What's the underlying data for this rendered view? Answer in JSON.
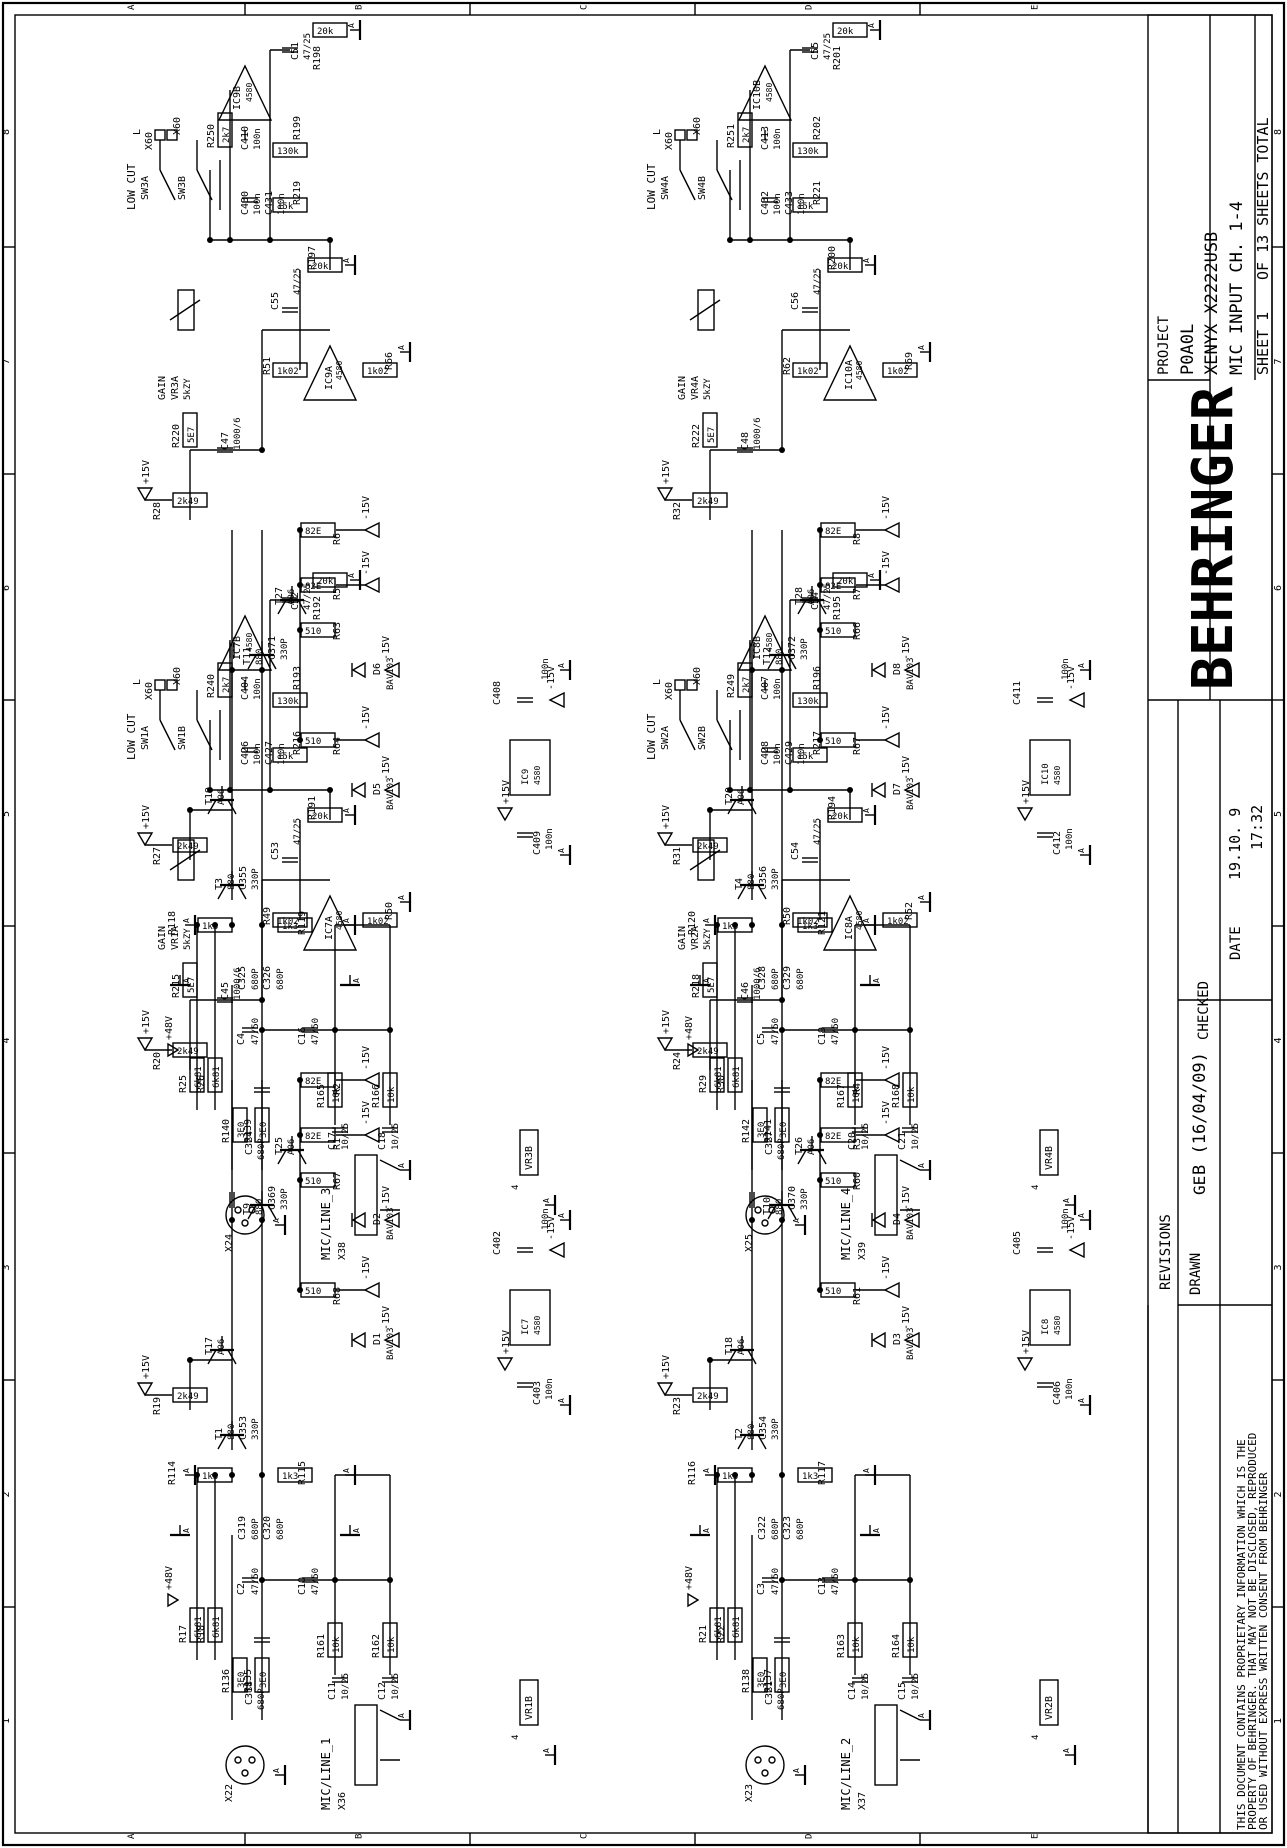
{
  "border": {
    "cols": [
      "A",
      "B",
      "C",
      "D",
      "E"
    ],
    "rows": [
      "1",
      "2",
      "3",
      "4",
      "5",
      "6",
      "7",
      "8"
    ]
  },
  "title_block": {
    "brand": "BEHRINGER",
    "project_label": "PROJECT",
    "project_code": "P0A0L",
    "product": "XENYX X2222USB",
    "sheet_title": "MIC INPUT CH. 1-4",
    "sheet": "SHEET 1",
    "total": "OF 13 SHEETS TOTAL",
    "revisions_label": "REVISIONS",
    "revision": "B (16/04/09)",
    "drawn_label": "DRAWN",
    "drawn_by": "GE",
    "checked_label": "CHECKED",
    "date_label": "DATE",
    "date": "19.10. 9",
    "time": "17:32",
    "notice_1": "THIS DOCUMENT CONTAINS PROPRIETARY INFORMATION WHICH IS THE",
    "notice_2": "PROPERTY OF BEHRINGER. THAT MAY NOT BE DISCLOSED, REPRODUCED",
    "notice_3": "OR USED WITHOUT EXPRESS WRITTEN CONSENT FROM BEHRINGER"
  },
  "channels": [
    {
      "name": "MIC/LINE_1",
      "xlr": "X22",
      "jack": "X36",
      "phantom": "+48V",
      "r_phantom": [
        "R17",
        "R18"
      ],
      "r_phantom_val": "6k81",
      "r_in": [
        "R136",
        "R135"
      ],
      "r_in_val": "3E0",
      "c_in": "C318",
      "c_in_val": "680P",
      "c_couple": [
        "C2",
        "C10"
      ],
      "c_couple_val": "47/50",
      "c_small": [
        "C319",
        "C320"
      ],
      "c_small_val": "680P",
      "r_bias": [
        "R161",
        "R162"
      ],
      "r_bias_val": "10k",
      "c_line": [
        "C11",
        "C12"
      ],
      "c_line_val": "10/25",
      "r_base": [
        "R114",
        "R115"
      ],
      "r_base_val": "1k3",
      "c_miller": [
        "C353",
        "C369"
      ],
      "c_miller_val": "330P",
      "t_in": [
        "T1",
        "T9"
      ],
      "t_in_val": "880",
      "t_casc": [
        "T17",
        "T25"
      ],
      "t_casc_val": "A06",
      "r_coll": [
        "R19",
        "R20"
      ],
      "r_coll_val": "2k49",
      "r_gain": "R215",
      "r_gain_val": "5E7",
      "pot": "VR1A",
      "pot_label": "GAIN",
      "pot_val": "5kZY",
      "c_gain": "C45",
      "c_gain_val": "1000/6",
      "r_emit": [
        "R68",
        "R67"
      ],
      "r_emit_val": "510",
      "r_rail": [
        "R1",
        "R2"
      ],
      "r_rail_val": "82E",
      "diodes": [
        "D1",
        "D2"
      ],
      "diode_val": "BAV103",
      "opamp": "IC7A",
      "opamp_b": "IC7B",
      "opamp_val": "4580",
      "r_fb": [
        "R49",
        "R50"
      ],
      "r_fb_val": "1k02",
      "c_out": "C53",
      "c_out_val": "47/25",
      "r_out": "R191",
      "r_out_val": "20k",
      "lowcut": "LOW CUT",
      "sw": [
        "SW1A",
        "SW1B"
      ],
      "c_lc": [
        "C426",
        "C427"
      ],
      "c_lc_val": "100n",
      "c_lc2": "C404",
      "c_lc2_val": "100n",
      "r_lc": [
        "R216",
        "R193"
      ],
      "r_lc_vals": [
        "15k",
        "130k"
      ],
      "r_lc2": "R240",
      "r_lc2_val": "2k7",
      "c_out2": "C52",
      "c_out2_val": "47/25",
      "r_out2": "R192",
      "r_out2_val": "20k",
      "conn": "X60",
      "vr_b": "VR1B",
      "ic_pwr": "IC7",
      "c_pwr": [
        "C402",
        "C403"
      ],
      "c_pwr_val": "100n"
    },
    {
      "name": "MIC/LINE_2",
      "xlr": "X23",
      "jack": "X37",
      "phantom": "+48V",
      "r_phantom": [
        "R21",
        "R22"
      ],
      "r_phantom_val": "6k81",
      "r_in": [
        "R138",
        "R137"
      ],
      "r_in_val": "3E0",
      "c_in": "C321",
      "c_in_val": "680P",
      "c_couple": [
        "C3",
        "C13"
      ],
      "c_couple_val": "47/50",
      "c_small": [
        "C322",
        "C323"
      ],
      "c_small_val": "680P",
      "r_bias": [
        "R163",
        "R164"
      ],
      "r_bias_val": "10k",
      "c_line": [
        "C14",
        "C15"
      ],
      "c_line_val": "10/25",
      "r_base": [
        "R116",
        "R117"
      ],
      "r_base_val": "1k3",
      "c_miller": [
        "C354",
        "C370"
      ],
      "c_miller_val": "330P",
      "t_in": [
        "T2",
        "T10"
      ],
      "t_in_val": "880",
      "t_casc": [
        "T18",
        "T26"
      ],
      "t_casc_val": "A06",
      "r_coll": [
        "R23",
        "R24"
      ],
      "r_coll_val": "2k49",
      "r_gain": "R218",
      "r_gain_val": "5E7",
      "pot": "VR2A",
      "pot_label": "GAIN",
      "pot_val": "5kZY",
      "c_gain": "C46",
      "c_gain_val": "1000/6",
      "r_emit": [
        "R61",
        "R60"
      ],
      "r_emit_val": "510",
      "r_rail": [
        "R3",
        "R4"
      ],
      "r_rail_val": "82E",
      "diodes": [
        "D3",
        "D4"
      ],
      "diode_val": "BAV103",
      "opamp": "IC8A",
      "opamp_b": "IC8B",
      "opamp_val": "4580",
      "r_fb": [
        "R50",
        "R52"
      ],
      "r_fb_val": "1k02",
      "c_out": "C54",
      "c_out_val": "47/25",
      "r_out": "R194",
      "r_out_val": "20k",
      "lowcut": "LOW CUT",
      "sw": [
        "SW2A",
        "SW2B"
      ],
      "c_lc": [
        "C428",
        "C429"
      ],
      "c_lc_val": "100n",
      "c_lc2": "C407",
      "c_lc2_val": "100n",
      "r_lc": [
        "R217",
        "R196"
      ],
      "r_lc_vals": [
        "15k",
        "130k"
      ],
      "r_lc2": "R249",
      "r_lc2_val": "2k7",
      "c_out2": "C54",
      "c_out2_val": "47/25",
      "r_out2": "R195",
      "r_out2_val": "20k",
      "conn": "X60",
      "vr_b": "VR2B",
      "ic_pwr": "IC8",
      "c_pwr": [
        "C405",
        "C406"
      ],
      "c_pwr_val": "100n"
    },
    {
      "name": "MIC/LINE_3",
      "xlr": "X24",
      "jack": "X38",
      "phantom": "+48V",
      "r_phantom": [
        "R25",
        "R26"
      ],
      "r_phantom_val": "6k81",
      "r_in": [
        "R140",
        "R139"
      ],
      "r_in_val": "3E0",
      "c_in": "C324",
      "c_in_val": "680P",
      "c_couple": [
        "C4",
        "C16"
      ],
      "c_couple_val": "47/50",
      "c_small": [
        "C325",
        "C326"
      ],
      "c_small_val": "680P",
      "r_bias": [
        "R165",
        "R166"
      ],
      "r_bias_val": "10k",
      "c_line": [
        "C17",
        "C18"
      ],
      "c_line_val": "10/25",
      "r_base": [
        "R118",
        "R119"
      ],
      "r_base_val": "1k3",
      "c_miller": [
        "C355",
        "C371"
      ],
      "c_miller_val": "330P",
      "t_in": [
        "T3",
        "T11"
      ],
      "t_in_val": "880",
      "t_casc": [
        "T19",
        "T27"
      ],
      "t_casc_val": "A06",
      "r_coll": [
        "R27",
        "R28"
      ],
      "r_coll_val": "2k49",
      "r_gain": "R220",
      "r_gain_val": "5E7",
      "pot": "VR3A",
      "pot_label": "GAIN",
      "pot_val": "5kZY",
      "c_gain": "C47",
      "c_gain_val": "1000/6",
      "r_emit": [
        "R64",
        "R63"
      ],
      "r_emit_val": "510",
      "r_rail": [
        "R5",
        "R6"
      ],
      "r_rail_val": "82E",
      "diodes": [
        "D5",
        "D6"
      ],
      "diode_val": "BAV103",
      "opamp": "IC9A",
      "opamp_b": "IC9B",
      "opamp_val": "4580",
      "r_fb": [
        "R51",
        "R66"
      ],
      "r_fb_val": "1k02",
      "c_out": "C55",
      "c_out_val": "47/25",
      "r_out": "R197",
      "r_out_val": "20k",
      "lowcut": "LOW CUT",
      "sw": [
        "SW3A",
        "SW3B"
      ],
      "c_lc": [
        "C430",
        "C431"
      ],
      "c_lc_val": "100n",
      "c_lc2": "C410",
      "c_lc2_val": "100n",
      "r_lc": [
        "R219",
        "R199"
      ],
      "r_lc_vals": [
        "15k",
        "130k"
      ],
      "r_lc2": "R250",
      "r_lc2_val": "2k7",
      "c_out2": "C51",
      "c_out2_val": "47/25",
      "r_out2": "R198",
      "r_out2_val": "20k",
      "conn": "X60",
      "vr_b": "VR3B",
      "ic_pwr": "IC9",
      "c_pwr": [
        "C408",
        "C409"
      ],
      "c_pwr_val": "100n"
    },
    {
      "name": "MIC/LINE_4",
      "xlr": "X25",
      "jack": "X39",
      "phantom": "+48V",
      "r_phantom": [
        "R29",
        "R30"
      ],
      "r_phantom_val": "6k81",
      "r_in": [
        "R142",
        "R141"
      ],
      "r_in_val": "3E0",
      "c_in": "C327",
      "c_in_val": "680P",
      "c_couple": [
        "C5",
        "C19"
      ],
      "c_couple_val": "47/50",
      "c_small": [
        "C328",
        "C329"
      ],
      "c_small_val": "680P",
      "r_bias": [
        "R167",
        "R168"
      ],
      "r_bias_val": "10k",
      "c_line": [
        "C20",
        "C21"
      ],
      "c_line_val": "10/25",
      "r_base": [
        "R120",
        "R121"
      ],
      "r_base_val": "1k3",
      "c_miller": [
        "C356",
        "C372"
      ],
      "c_miller_val": "330P",
      "t_in": [
        "T4",
        "T12"
      ],
      "t_in_val": "880",
      "t_casc": [
        "T20",
        "T28"
      ],
      "t_casc_val": "A06",
      "r_coll": [
        "R31",
        "R32"
      ],
      "r_coll_val": "2k49",
      "r_gain": "R222",
      "r_gain_val": "5E7",
      "pot": "VR4A",
      "pot_label": "GAIN",
      "pot_val": "5kZY",
      "c_gain": "C48",
      "c_gain_val": "1000/6",
      "r_emit": [
        "R67",
        "R66"
      ],
      "r_emit_val": "510",
      "r_rail": [
        "R7",
        "R8"
      ],
      "r_rail_val": "82E",
      "diodes": [
        "D7",
        "D8"
      ],
      "diode_val": "BAV103",
      "opamp": "IC10A",
      "opamp_b": "IC10B",
      "opamp_val": "4580",
      "r_fb": [
        "R62",
        "R69"
      ],
      "r_fb_val": "1k02",
      "c_out": "C56",
      "c_out_val": "47/25",
      "r_out": "R200",
      "r_out_val": "20k",
      "lowcut": "LOW CUT",
      "sw": [
        "SW4A",
        "SW4B"
      ],
      "c_lc": [
        "C432",
        "C433"
      ],
      "c_lc_val": "100n",
      "c_lc2": "C413",
      "c_lc2_val": "100n",
      "r_lc": [
        "R221",
        "R202"
      ],
      "r_lc_vals": [
        "15k",
        "130k"
      ],
      "r_lc2": "R251",
      "r_lc2_val": "2k7",
      "c_out2": "C55",
      "c_out2_val": "47/25",
      "r_out2": "R201",
      "r_out2_val": "20k",
      "conn": "X60",
      "vr_b": "VR4B",
      "ic_pwr": "IC10",
      "c_pwr": [
        "C411",
        "C412"
      ],
      "c_pwr_val": "100n"
    }
  ],
  "rails": {
    "pos": "+15V",
    "neg": "-15V",
    "gnd": "A"
  }
}
